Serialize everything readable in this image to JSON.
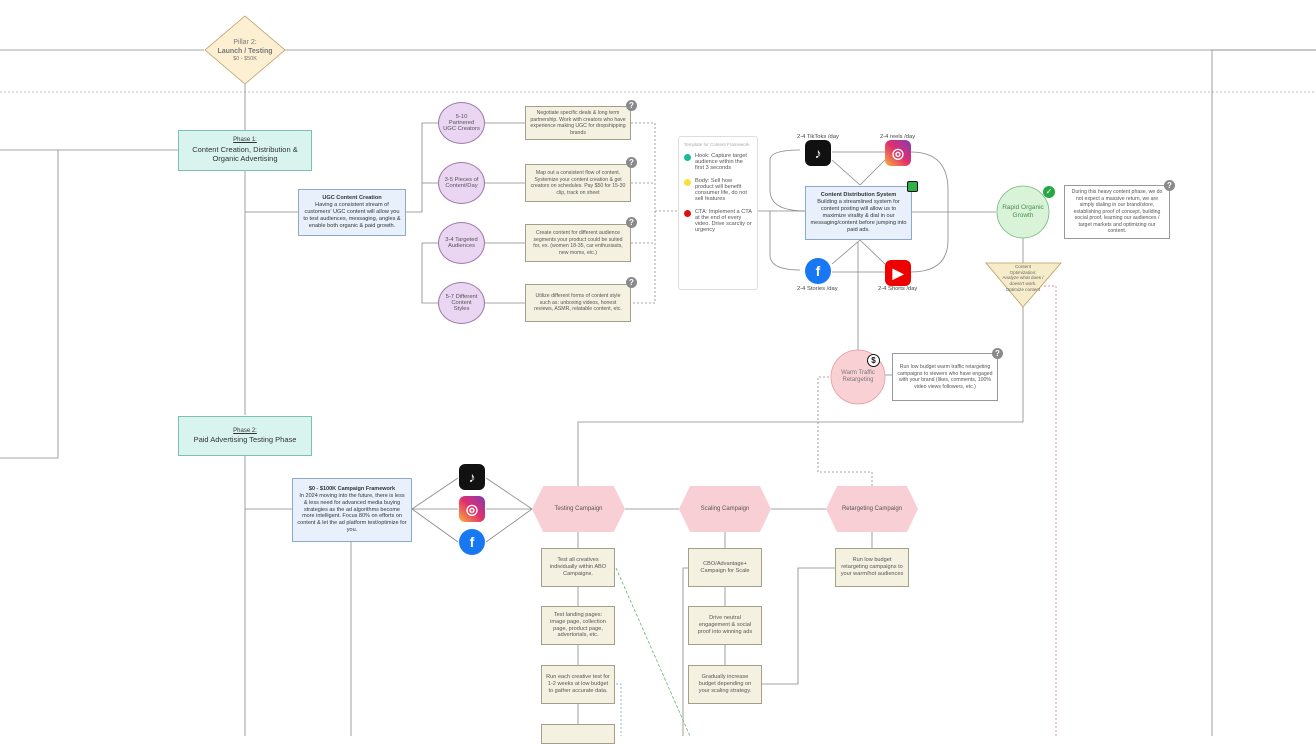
{
  "pillar": {
    "title": "Pillar 2:",
    "subtitle": "Launch / Testing",
    "range": "$0 - $50K"
  },
  "phase1": {
    "heading": "Phase 1:",
    "title": "Content Creation, Distribution & Organic Advertising"
  },
  "phase2": {
    "heading": "Phase 2:",
    "title": "Paid Advertising Testing Phase"
  },
  "ugc": {
    "title": "UGC Content Creation",
    "body": "Having a consistent stream of customers' UGC content will allow you to test audiences, messaging, angles & enable both organic & paid growth."
  },
  "circles": [
    {
      "label": "5-10 Partnered UGC Creators"
    },
    {
      "label": "3-5 Pieces of Content/Day"
    },
    {
      "label": "3-4 Targeted Audiences"
    },
    {
      "label": "5-7 Different Content Styles"
    }
  ],
  "notes": [
    {
      "text": "Negotiate specific deals & long term partnership. Work with creators who have experience making UGC for dropshipping brands"
    },
    {
      "text": "Map out a consistent flow of content. Systemize your content creation & get creators on schedules. Pay $50 for 15-30 clip, track on sheet"
    },
    {
      "text": "Create content for different audience segments your product could be suited for, ex. (women 18-35, car enthusiasts, new moms, etc.)"
    },
    {
      "text": "Utilize different forms of content style such as: unboxing videos, honest reviews, ASMR, relatable content, etc."
    }
  ],
  "legend": {
    "title": "Template for Content Framework",
    "items": [
      {
        "color": "#19b99a",
        "text": "Hook: Capture target audience within the first 3 seconds"
      },
      {
        "color": "#f5e040",
        "text": "Body: Sell how product will benefit consumer life, do not sell features"
      },
      {
        "color": "#e01010",
        "text": "CTA: Implement a CTA at the end of every video. Drive scarcity or urgency"
      }
    ]
  },
  "platform_labels": {
    "tiktok": "2-4 TikToks /day",
    "insta": "2-4 reels /day",
    "fb": "2-4 Stories /day",
    "yt": "2-4 Shorts /day"
  },
  "distribution": {
    "title": "Content Distribution System",
    "body": "Building a streamlined system for content posting will allow us to maximize virality & dial in our messaging/content before jumping into paid ads."
  },
  "organic": {
    "label": "Rapid Organic Growth"
  },
  "organic_note": {
    "text": "During this heavy content phase, we do not expect a massive return, we are simply dialing in our brand/store, establishing proof of concept, building social proof, learning our audiences / target markets and optimizing our content."
  },
  "triangle": {
    "text": "Content Optimization: Analyze what does / doesn't work. Optimize content"
  },
  "warm": {
    "label": "Warm Traffic Retargeting"
  },
  "warm_note": {
    "text": "Run low budget warm traffic retargeting campaigns to viewers who have engaged with your brand (likes, comments, 100% video views followers, etc.)"
  },
  "framework": {
    "title": "$0 - $100K Campaign Framework",
    "body": "In 2024 moving into the future, there is less & less need for advanced media buying strategies as the ad algorithms become more intelligent. Focus 80% on efforts on content & let the ad platform test/optimize for you."
  },
  "hexes": [
    {
      "label": "Testing Campaign"
    },
    {
      "label": "Scaling Campaign"
    },
    {
      "label": "Retargeting Campaign"
    }
  ],
  "testing_steps": [
    {
      "text": "Test all creatives individually within ABO Campaigns."
    },
    {
      "text": "Test landing pages: image page, collection page, product page, advertorials, etc."
    },
    {
      "text": "Run each creative test for 1-2 weeks at low budget to gather accurate data."
    },
    {
      "text": ""
    }
  ],
  "scaling_steps": [
    {
      "text": "CBO/Advantage+ Campaign for Scale"
    },
    {
      "text": "Drive neutral engagement & social proof into winning ads"
    },
    {
      "text": "Gradually increase budget depending on your scaling strategy."
    }
  ],
  "retarget_step": {
    "text": "Run low budget retargeting campaigns to your warm/hot audiences"
  },
  "icons": {
    "tiktok": "♪",
    "insta": "◎",
    "fb": "f",
    "yt": "▶",
    "dollar": "$",
    "check": "✓"
  }
}
